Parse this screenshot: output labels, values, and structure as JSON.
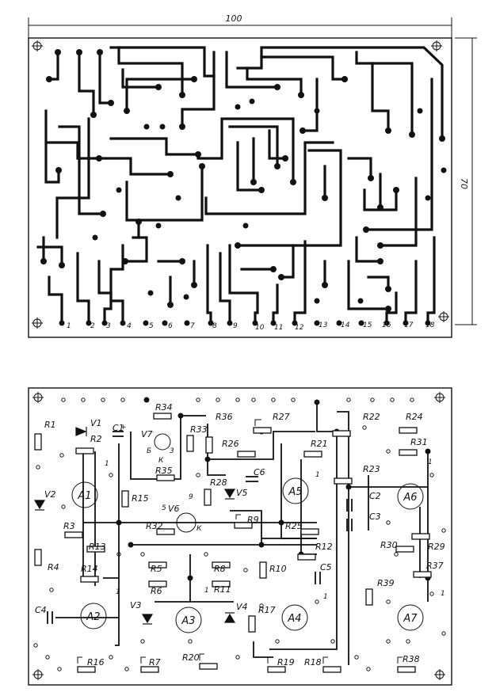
{
  "board_layout": {
    "width_dimension": "100",
    "height_dimension": "70",
    "pin_numbers": [
      "1",
      "2",
      "3",
      "4",
      "5",
      "6",
      "7",
      "8",
      "9",
      "10",
      "11",
      "12",
      "13",
      "14",
      "15",
      "16",
      "17",
      "18"
    ]
  },
  "component_layout": {
    "resistors": [
      "R1",
      "R2",
      "R3",
      "R4",
      "R5",
      "R6",
      "R7",
      "R8",
      "R9",
      "R10",
      "R11",
      "R12",
      "R13",
      "R14",
      "R15",
      "R16",
      "R17",
      "R18",
      "R19",
      "R20",
      "R21",
      "R22",
      "R23",
      "R24",
      "R25",
      "R26",
      "R27",
      "R28",
      "R29",
      "R30",
      "R31",
      "R32",
      "R33",
      "R34",
      "R35",
      "R36",
      "R37",
      "R38",
      "R39"
    ],
    "capacitors": [
      "C1",
      "C2",
      "C3",
      "C4",
      "C5",
      "C6"
    ],
    "diodes": [
      "V1",
      "V2",
      "V3",
      "V4",
      "V5"
    ],
    "transistors": [
      "V6",
      "V7"
    ],
    "ics": [
      "A1",
      "A2",
      "A3",
      "A4",
      "A5",
      "A6",
      "A7"
    ],
    "marks": {
      "one": "1",
      "three": "3",
      "five": "5",
      "nine": "9",
      "b": "Б",
      "k": "К",
      "plus": "+"
    }
  }
}
